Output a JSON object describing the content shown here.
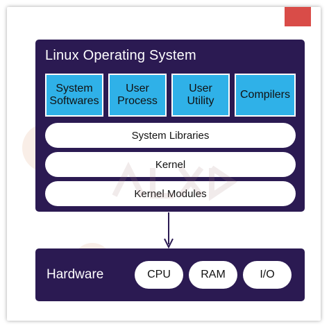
{
  "diagram": {
    "os_title": "Linux Operating System",
    "components": [
      {
        "line1": "System",
        "line2": "Softwares"
      },
      {
        "line1": "User",
        "line2": "Process"
      },
      {
        "line1": "User",
        "line2": "Utility"
      },
      {
        "line1": "Compilers",
        "line2": ""
      }
    ],
    "layers": [
      "System Libraries",
      "Kernel",
      "Kernel Modules"
    ],
    "hardware_title": "Hardware",
    "hardware_items": [
      "CPU",
      "RAM",
      "I/O"
    ]
  },
  "colors": {
    "panel": "#2b1a52",
    "component_fill": "#2fb1e8",
    "accent": "#d94c48"
  }
}
